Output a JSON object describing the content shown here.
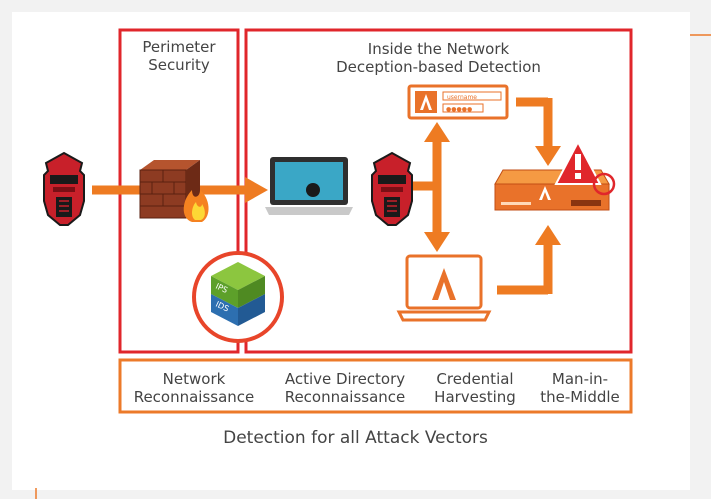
{
  "colors": {
    "frame_red": "#e0262b",
    "accent_orange": "#ec7a2a",
    "arrow_orange": "#ee7b22",
    "text_gray": "#444444"
  },
  "sections": {
    "perimeter": "Perimeter Security",
    "inside_line1": "Inside the Network",
    "inside_line2": "Deception-based Detection"
  },
  "icons": {
    "attacker": "attacker-mask-icon",
    "firewall": "firewall-icon",
    "ips_ids": "ips-ids-cube-icon",
    "laptop": "laptop-icon",
    "credential_card": "credential-card-icon",
    "decoy_laptop": "decoy-laptop-icon",
    "decoy_server": "decoy-server-icon",
    "alert": "alert-triangle-icon"
  },
  "badges": {
    "ips": "IPS",
    "ids": "IDS",
    "username": "username",
    "password": "●●●●●"
  },
  "vectors": [
    {
      "line1": "Network",
      "line2": "Reconnaissance"
    },
    {
      "line1": "Active Directory",
      "line2": "Reconnaissance"
    },
    {
      "line1": "Credential",
      "line2": "Harvesting"
    },
    {
      "line1": "Man-in-",
      "line2": "the-Middle"
    }
  ],
  "caption": "Detection for all Attack Vectors"
}
